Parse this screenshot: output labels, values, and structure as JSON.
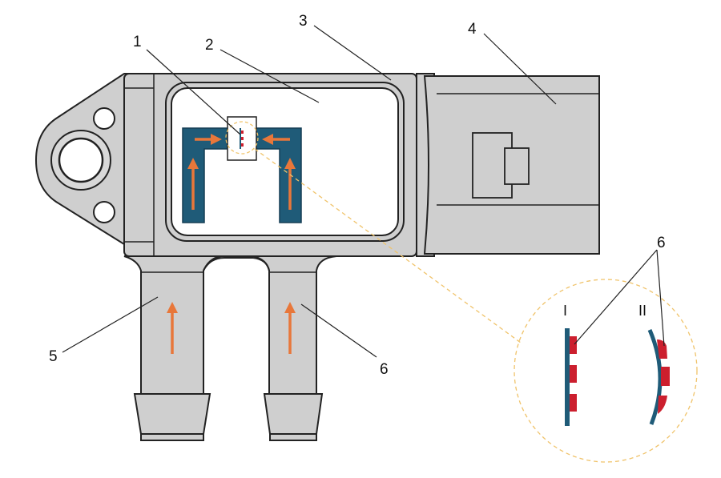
{
  "callouts": {
    "c1": "1",
    "c2": "2",
    "c3": "3",
    "c4": "4",
    "c5": "5",
    "c6": "6",
    "c6_detail": "6"
  },
  "detail": {
    "state_flat": "I",
    "state_bent": "II"
  },
  "colors": {
    "housing": "#cfcfcf",
    "outline": "#222222",
    "channel": "#1f5b78",
    "flow_arrow": "#e8773a",
    "piezo": "#cc1f2e",
    "zoom_ring": "#f0c36a"
  }
}
